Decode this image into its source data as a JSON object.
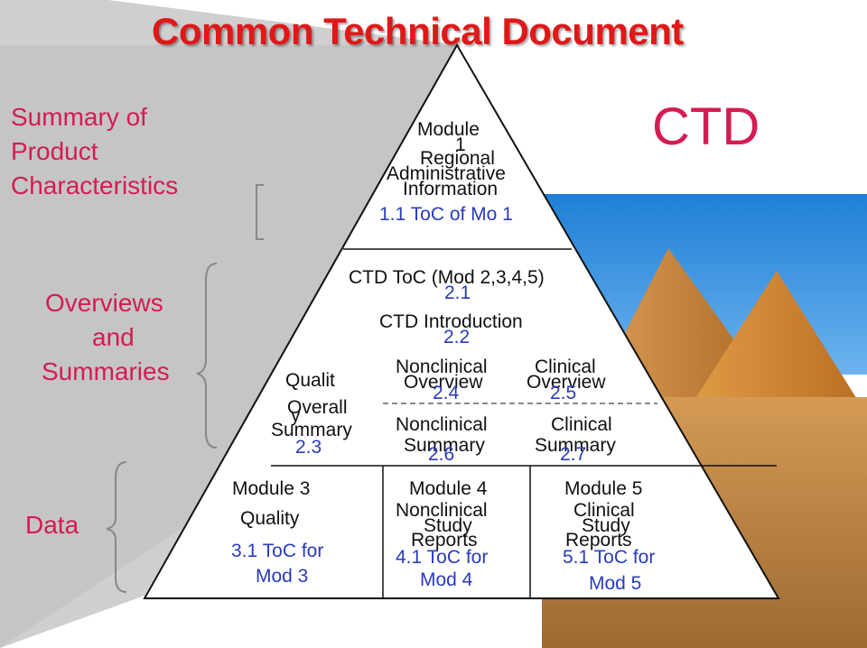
{
  "title": "Common Technical Document",
  "ctd_label": "CTD",
  "side_labels": {
    "summary": [
      "Summary of",
      "Product",
      "Characteristics"
    ],
    "overviews": [
      "Overviews",
      "and",
      "Summaries"
    ],
    "data": "Data"
  },
  "module1": {
    "name": "Module",
    "num": "1",
    "lines": [
      "Regional",
      "Administrative",
      "Information"
    ],
    "toc": "1.1 ToC of Mo 1"
  },
  "module2": {
    "toc": "CTD ToC (Mod 2,3,4,5)",
    "toc_num": "2.1",
    "intro": "CTD Introduction",
    "intro_num": "2.2",
    "quality_a": "Qualit",
    "quality_b": "y",
    "overall": "Overall",
    "summary": "Summary",
    "quality_num": "2.3",
    "nc_overview_a": "Nonclinical",
    "nc_overview_b": "Overview",
    "nc_overview_num": "2.4",
    "cl_overview_a": "Clinical",
    "cl_overview_b": "Overview",
    "cl_overview_num": "2.5",
    "nc_summary_a": "Nonclinical",
    "nc_summary_b": "Summary",
    "nc_summary_num": "2.6",
    "cl_summary_a": "Clinical",
    "cl_summary_b": "Summary",
    "cl_summary_num": "2.7"
  },
  "module3": {
    "name": "Module 3",
    "sub": "Quality",
    "toc_a": "3.1 ToC for",
    "toc_b": "Mod 3"
  },
  "module4": {
    "name": "Module 4",
    "lines": [
      "Nonclinical",
      "Study",
      "Reports"
    ],
    "toc_a": "4.1 ToC for",
    "toc_b": "Mod 4"
  },
  "module5": {
    "name": "Module 5",
    "lines": [
      "Clinical",
      "Study",
      "Reports"
    ],
    "toc_a": "5.1 ToC for",
    "toc_b": "Mod 5"
  }
}
